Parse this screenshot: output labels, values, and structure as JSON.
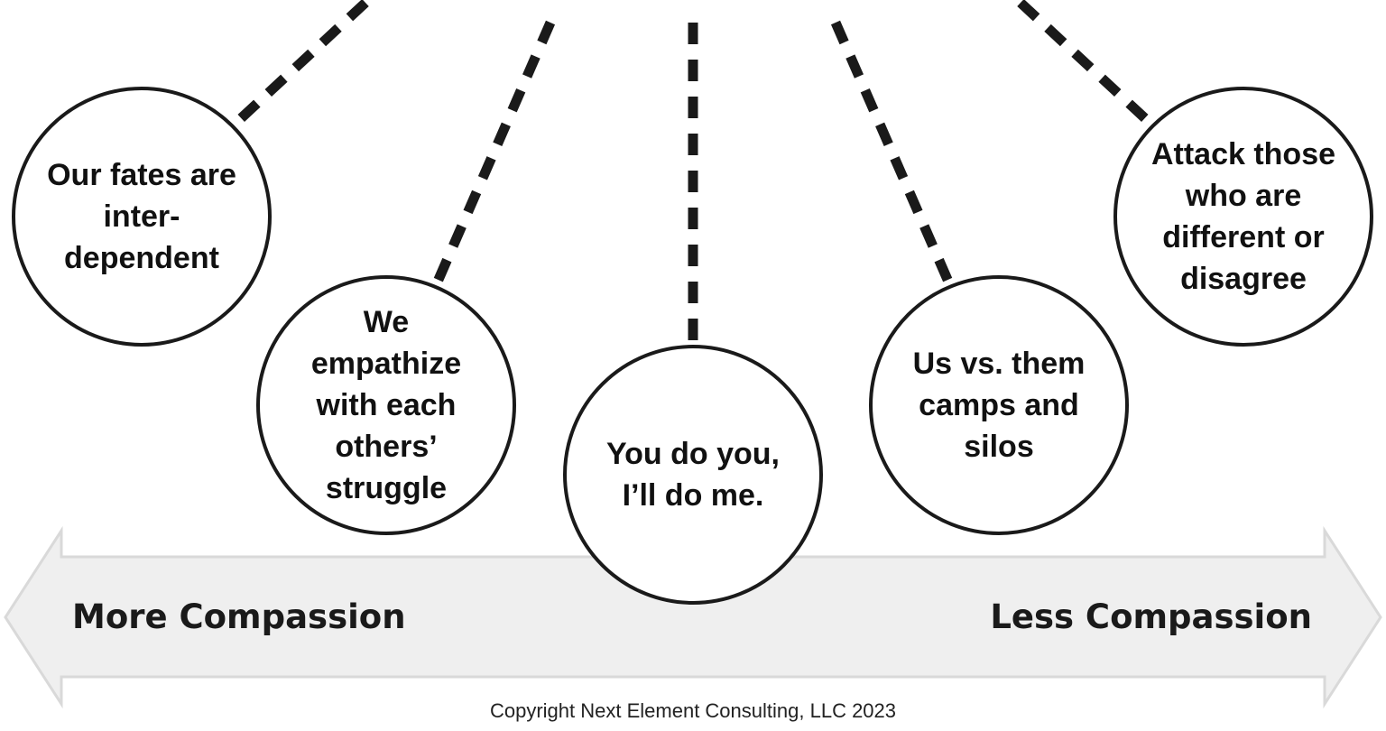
{
  "colors": {
    "circle_stroke": "#1a1a1a",
    "circle_fill": "#ffffff",
    "dash_line": "#1a1a1a",
    "arrow_fill": "#efefef",
    "arrow_stroke": "#d9d9d9",
    "text": "#111111"
  },
  "circles": [
    {
      "id": "interdependent",
      "text": "Our fates are\ninter-\ndependent"
    },
    {
      "id": "empathize",
      "text": "We\nempathize\nwith each\nothers’\nstruggle"
    },
    {
      "id": "you-do-you",
      "text": "You do you,\nI’ll do me."
    },
    {
      "id": "us-vs-them",
      "text": "Us vs. them\ncamps and\nsilos"
    },
    {
      "id": "attack",
      "text": "Attack those\nwho are\ndifferent or\ndisagree"
    }
  ],
  "arrow": {
    "left_label": "More Compassion",
    "right_label": "Less Compassion"
  },
  "copyright": "Copyright Next Element Consulting, LLC 2023"
}
